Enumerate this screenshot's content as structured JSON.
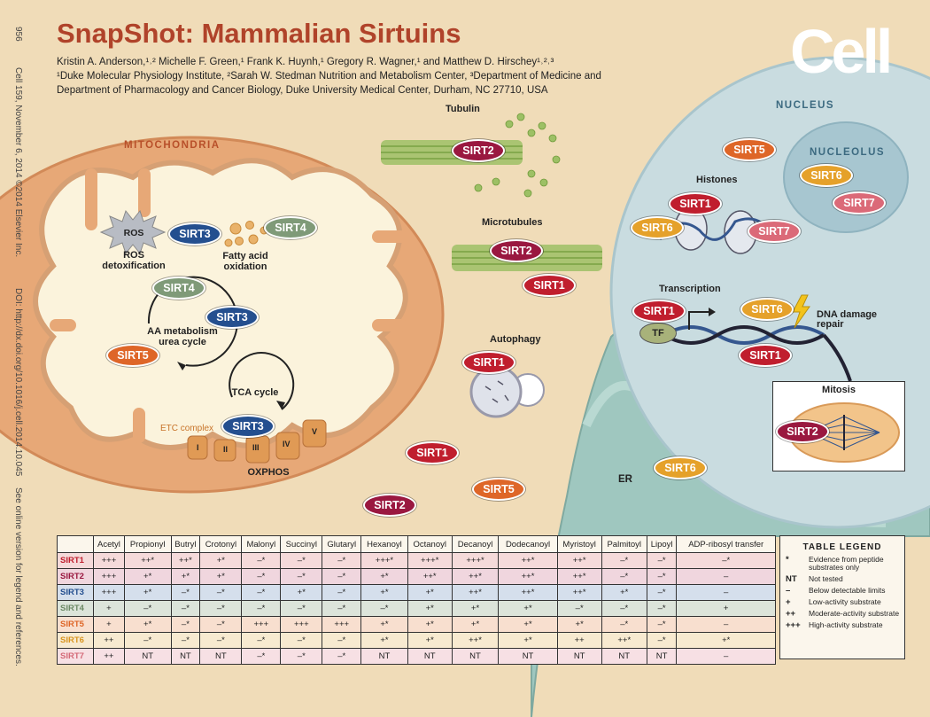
{
  "header": {
    "title": "SnapShot: Mammalian Sirtuins",
    "authors_line1": "Kristin A. Anderson,¹˒² Michelle F. Green,¹ Frank K. Huynh,¹ Gregory R. Wagner,¹ and Matthew D. Hirschey¹˒²˒³",
    "authors_line2": "¹Duke Molecular Physiology Institute, ²Sarah W. Stedman Nutrition and Metabolism Center, ³Department of Medicine and",
    "authors_line3": "Department of Pharmacology and Cancer Biology, Duke University Medical Center, Durham, NC 27710, USA",
    "logo": "Cell"
  },
  "sidebar": {
    "page": "956",
    "citation": "Cell 159, November 6, 2014 ©2014 Elsevier Inc.",
    "doi": "DOI: http://dx.doi.org/10.1016/j.cell.2014.10.045",
    "note": "See online version for legend and references."
  },
  "diagram": {
    "regions": {
      "mito": "MITOCHONDRIA",
      "nucleus": "NUCLEUS",
      "nucleolus": "NUCLEOLUS",
      "er": "ER"
    },
    "labels": {
      "ros": "ROS",
      "ros_detox1": "ROS",
      "ros_detox2": "detoxification",
      "fatty1": "Fatty acid",
      "fatty2": "oxidation",
      "aa1": "AA metabolism",
      "aa2": "urea cycle",
      "tca": "TCA cycle",
      "etc": "ETC complex",
      "oxphos": "OXPHOS",
      "tubulin": "Tubulin",
      "microtubules": "Microtubules",
      "autophagy": "Autophagy",
      "histones": "Histones",
      "transcription": "Transcription",
      "tf": "TF",
      "dna1": "DNA damage",
      "dna2": "repair",
      "mitosis": "Mitosis",
      "c1": "I",
      "c2": "II",
      "c3": "III",
      "c4": "IV",
      "c5": "V"
    },
    "sirt_names": {
      "s1": "SIRT1",
      "s2": "SIRT2",
      "s3": "SIRT3",
      "s4": "SIRT4",
      "s5": "SIRT5",
      "s6": "SIRT6",
      "s7": "SIRT7"
    }
  },
  "table": {
    "columns": [
      "",
      "Acetyl",
      "Propionyl",
      "Butryl",
      "Crotonyl",
      "Malonyl",
      "Succinyl",
      "Glutaryl",
      "Hexanoyl",
      "Octanoyl",
      "Decanoyl",
      "Dodecanoyl",
      "Myristoyl",
      "Palmitoyl",
      "Lipoyl",
      "ADP-ribosyl transfer"
    ],
    "rows": [
      {
        "name": "SIRT1",
        "color": "#c01e2e",
        "bg": "#f5dada",
        "cells": [
          "+++",
          "++*",
          "++*",
          "+*",
          "–*",
          "–*",
          "–*",
          "+++*",
          "+++*",
          "+++*",
          "++*",
          "++*",
          "–*",
          "–*",
          "–*"
        ]
      },
      {
        "name": "SIRT2",
        "color": "#9a1840",
        "bg": "#f0d6de",
        "cells": [
          "+++",
          "+*",
          "+*",
          "+*",
          "–*",
          "–*",
          "–*",
          "+*",
          "++*",
          "++*",
          "++*",
          "++*",
          "–*",
          "–*",
          "–"
        ]
      },
      {
        "name": "SIRT3",
        "color": "#244f8f",
        "bg": "#d5dfec",
        "cells": [
          "+++",
          "+*",
          "–*",
          "–*",
          "–*",
          "+*",
          "–*",
          "+*",
          "+*",
          "++*",
          "++*",
          "++*",
          "+*",
          "–*",
          "–"
        ]
      },
      {
        "name": "SIRT4",
        "color": "#6d8a66",
        "bg": "#dce4da",
        "cells": [
          "+",
          "–*",
          "–*",
          "–*",
          "–*",
          "–*",
          "–*",
          "–*",
          "+*",
          "+*",
          "+*",
          "–*",
          "–*",
          "–*",
          "+"
        ]
      },
      {
        "name": "SIRT5",
        "color": "#de6628",
        "bg": "#f8dfcf",
        "cells": [
          "+",
          "+*",
          "–*",
          "–*",
          "+++",
          "+++",
          "+++",
          "+*",
          "+*",
          "+*",
          "+*",
          "+*",
          "–*",
          "–*",
          "–"
        ]
      },
      {
        "name": "SIRT6",
        "color": "#d99520",
        "bg": "#f7ead0",
        "cells": [
          "++",
          "–*",
          "–*",
          "–*",
          "–*",
          "–*",
          "–*",
          "+*",
          "+*",
          "++*",
          "+*",
          "++",
          "++*",
          "–*",
          "+*"
        ]
      },
      {
        "name": "SIRT7",
        "color": "#d46a78",
        "bg": "#f7e0e4",
        "cells": [
          "++",
          "NT",
          "NT",
          "NT",
          "–*",
          "–*",
          "–*",
          "NT",
          "NT",
          "NT",
          "NT",
          "NT",
          "NT",
          "NT",
          "–"
        ]
      }
    ]
  },
  "legend": {
    "title": "TABLE LEGEND",
    "items": [
      {
        "sym": "*",
        "text": "Evidence from peptide substrates only"
      },
      {
        "sym": "NT",
        "text": "Not tested"
      },
      {
        "sym": "–",
        "text": "Below detectable limits"
      },
      {
        "sym": "+",
        "text": "Low-activity substrate"
      },
      {
        "sym": "++",
        "text": "Moderate-activity substrate"
      },
      {
        "sym": "+++",
        "text": "High-activity substrate"
      }
    ]
  }
}
